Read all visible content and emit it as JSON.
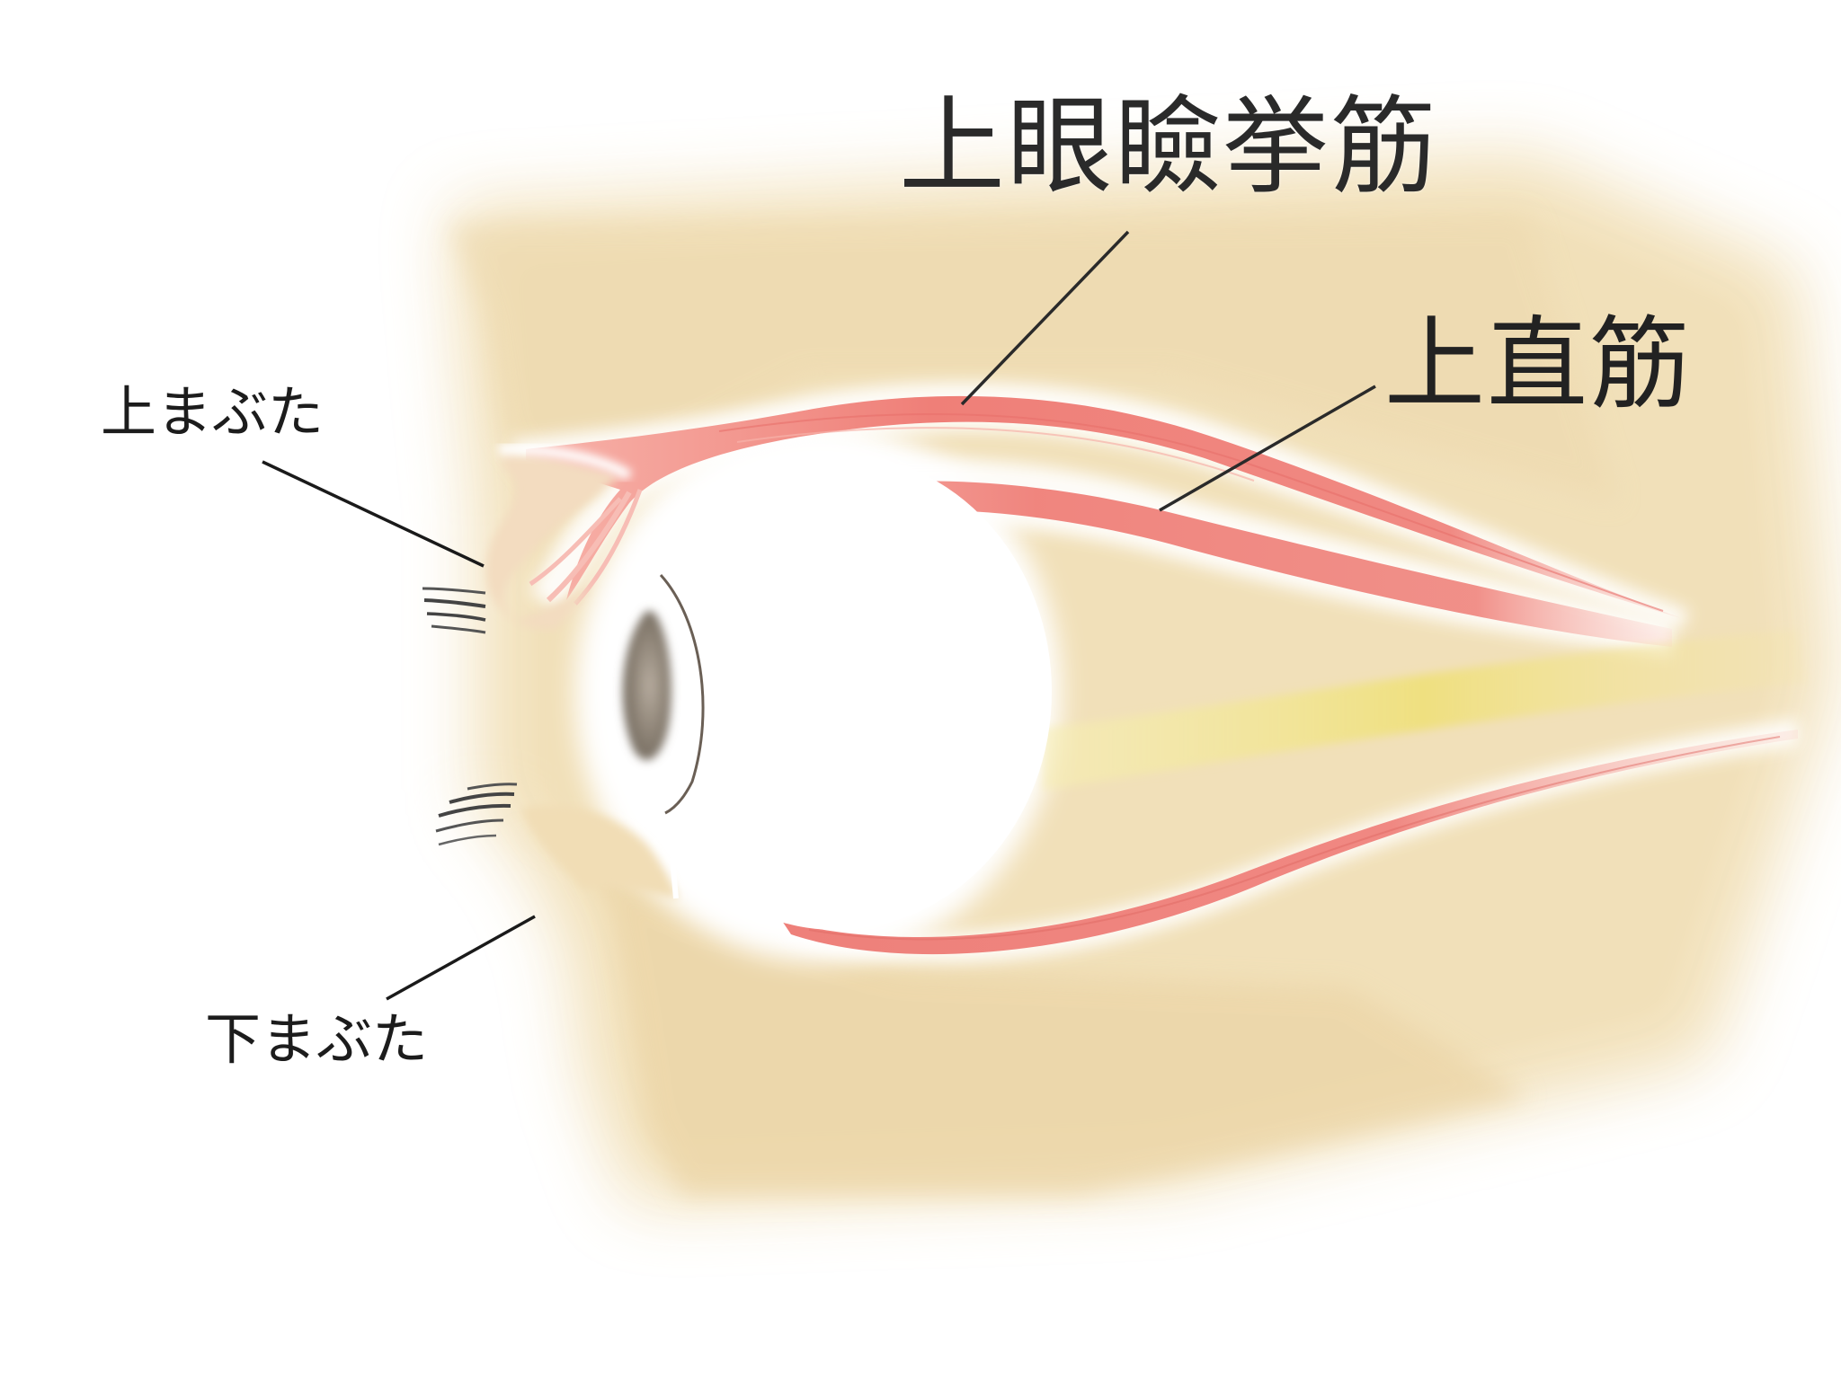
{
  "labels": {
    "levator": "上眼瞼挙筋",
    "superior_rectus": "上直筋",
    "upper_eyelid": "上まぶた",
    "lower_eyelid": "下まぶた"
  },
  "colors": {
    "skin": "#f1dfb6",
    "muscle": "#ef8a84",
    "muscle_light": "#f8c0b6",
    "optic_nerve": "#f0e38a",
    "eyeball": "#ffffff",
    "iris": "#8c8275",
    "leader_line": "#1a1a1a"
  }
}
